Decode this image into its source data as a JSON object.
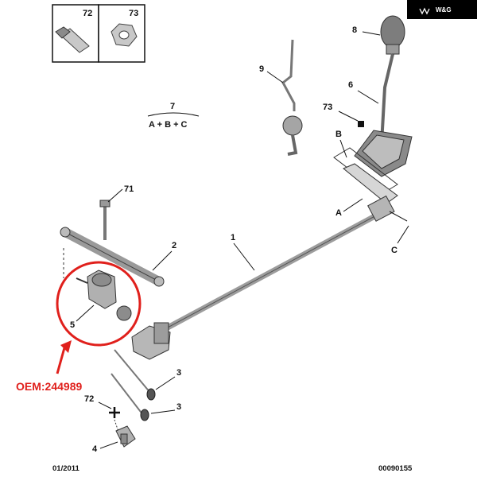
{
  "brand": {
    "text": "W&G",
    "bg": "#000000"
  },
  "legend": {
    "bolt_number": "72",
    "nut_number": "73"
  },
  "assembly": {
    "number": "7",
    "formula": "A + B + C"
  },
  "callouts": {
    "p1": "1",
    "p2": "2",
    "p3a": "3",
    "p3b": "3",
    "p4": "4",
    "p5": "5",
    "p6": "6",
    "p8": "8",
    "p9": "9",
    "p71": "71",
    "p72": "72",
    "p73": "73",
    "A": "A",
    "B": "B",
    "C": "C"
  },
  "oem_label": "OEM:244989",
  "highlight_color": "#e0201c",
  "footer": {
    "date": "01/2011",
    "code": "00090155"
  }
}
